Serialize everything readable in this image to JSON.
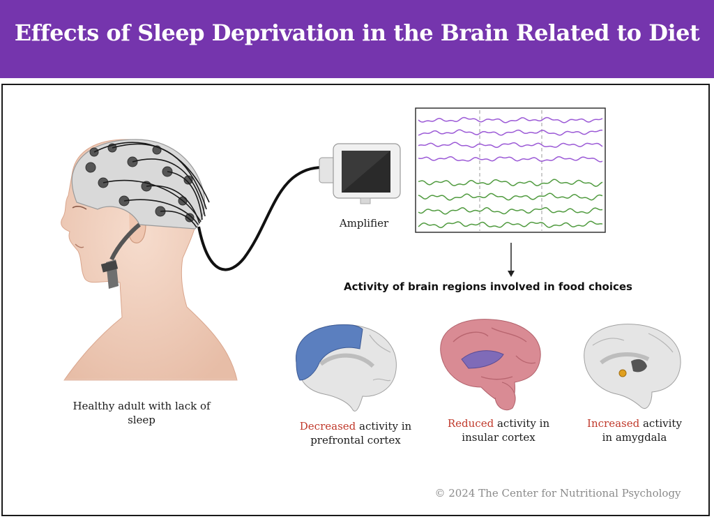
{
  "header": {
    "title": "Effects of Sleep Deprivation in the Brain Related to Diet"
  },
  "subject": {
    "caption": "Healthy adult with lack of sleep"
  },
  "device": {
    "label": "Amplifier"
  },
  "analysis": {
    "heading": "Activity of brain regions involved in food choices"
  },
  "regions": [
    {
      "change": "Decreased",
      "text": "activity in",
      "area": "prefrontal cortex"
    },
    {
      "change": "Reduced",
      "text": "activity in",
      "area": "insular cortex"
    },
    {
      "change": "Increased",
      "text": "activity",
      "area": "in amygdala"
    }
  ],
  "footer": {
    "copyright": "© 2024 The Center for Nutritional Psychology"
  },
  "colors": {
    "banner": "#7535ad",
    "highlight": "#c0392b",
    "eeg_upper": "#9b59d6",
    "eeg_lower": "#4f9a3e",
    "prefrontal": "#5b7fbf",
    "amygdala": "#e0a020"
  }
}
